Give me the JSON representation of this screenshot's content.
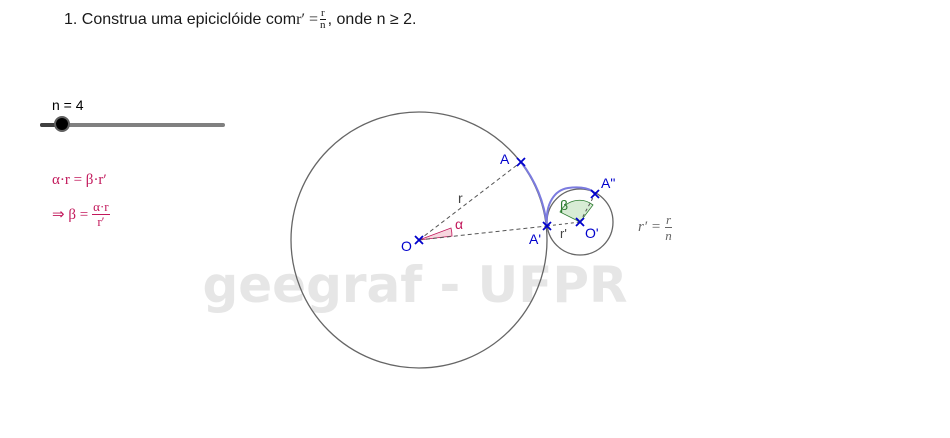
{
  "title": {
    "prefix": "1. Construa uma epiciclóide com ",
    "lhs": "r′ =",
    "frac_num": "r",
    "frac_den": "n",
    "suffix": ", onde n ≥ 2."
  },
  "slider": {
    "label": "n = 4",
    "value": 4
  },
  "equations": {
    "eq1": "α·r = β·r′",
    "eq2_lhs": "⇒ β =",
    "eq2_num": "α·r",
    "eq2_den": "r′"
  },
  "side_formula": {
    "lhs": "r′ =",
    "num": "r",
    "den": "n"
  },
  "diagram": {
    "points": {
      "O": "O",
      "A": "A",
      "A_prime": "A'",
      "A_double_prime": "A\"",
      "O_prime": "O'"
    },
    "labels": {
      "r": "r",
      "r_prime": "r'",
      "alpha": "α",
      "beta": "β"
    },
    "colors": {
      "circles": "#666666",
      "points": "#0000cc",
      "curve": "#7b7bdf",
      "alpha": "#c2185b",
      "beta": "#2e7d32"
    }
  },
  "watermark": "geegraf - UFPR"
}
